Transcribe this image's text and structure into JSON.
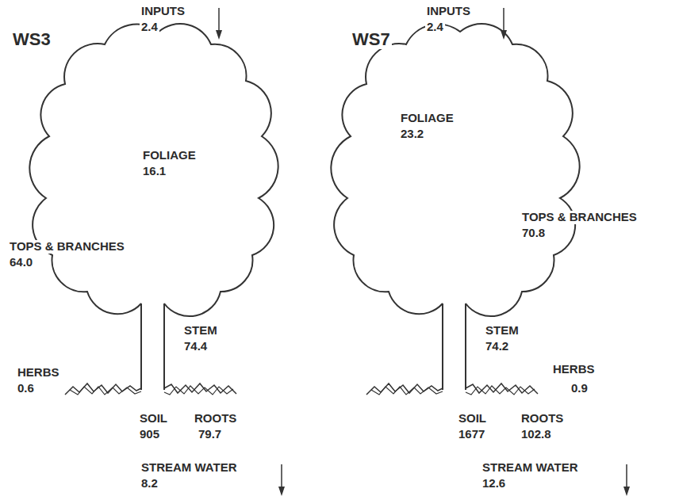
{
  "diagram": {
    "labels": [
      "INPUTS",
      "2.4",
      "WS3",
      "FOLIAGE",
      "16.1",
      "TOPS & BRANCHES",
      "64.0",
      "STEM",
      "74.4",
      "HERBS",
      "0.6",
      "SOIL",
      "905",
      "ROOTS",
      "79.7",
      "STREAM WATER",
      "8.2",
      "INPUTS",
      "2.4",
      "WS7",
      "FOLIAGE",
      "23.2",
      "TOPS & BRANCHES",
      "70.8",
      "STEM",
      "74.2",
      "HERBS",
      "0.9",
      "SOIL",
      "1677",
      "ROOTS",
      "102.8",
      "STREAM WATER",
      "12.6"
    ]
  }
}
